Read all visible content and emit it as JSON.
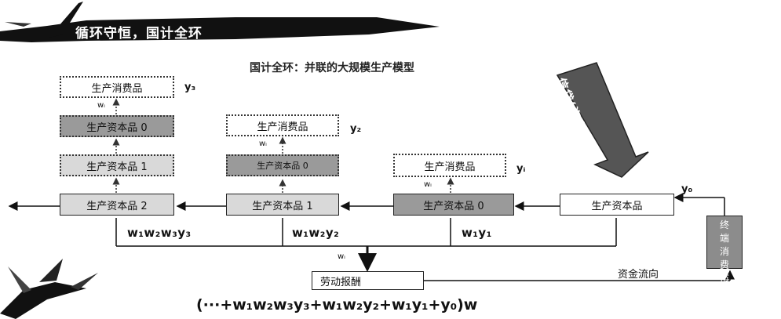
{
  "banner": {
    "text": "循环守恒，国计全环"
  },
  "title": "国计全环：并联的大规模生产模型",
  "credit_label": "信贷(资金 贷款)",
  "chains": [
    {
      "capital_bottom": "生产资本品 2",
      "capital_mid1": "生产资本品 1",
      "capital_mid0": "生产资本品 0",
      "consumer": "生产消费品",
      "y_label": "y₃",
      "w_label": "wᵢ",
      "formula": "w₁w₂w₃y₃"
    },
    {
      "capital_bottom": "生产资本品 1",
      "capital_mid0": "生产资本品 0",
      "consumer": "生产消费品",
      "y_label": "y₂",
      "w_label": "wᵢ",
      "formula": "w₁w₂y₂"
    },
    {
      "capital_bottom": "生产资本品 0",
      "consumer": "生产消费品",
      "y_label": "yᵢ",
      "w_label": "wᵢ",
      "formula": "w₁y₁"
    }
  ],
  "root_capital": "生产资本品",
  "y0_label": "y₀",
  "terminal_market": "终端消费市场",
  "labor_w_label": "wᵢ",
  "labor_box": "劳动报酬",
  "fund_flow": "资金流向",
  "big_formula": "(···+w₁w₂w₃y₃+w₁w₂y₂+w₁y₁+y₀)w"
}
